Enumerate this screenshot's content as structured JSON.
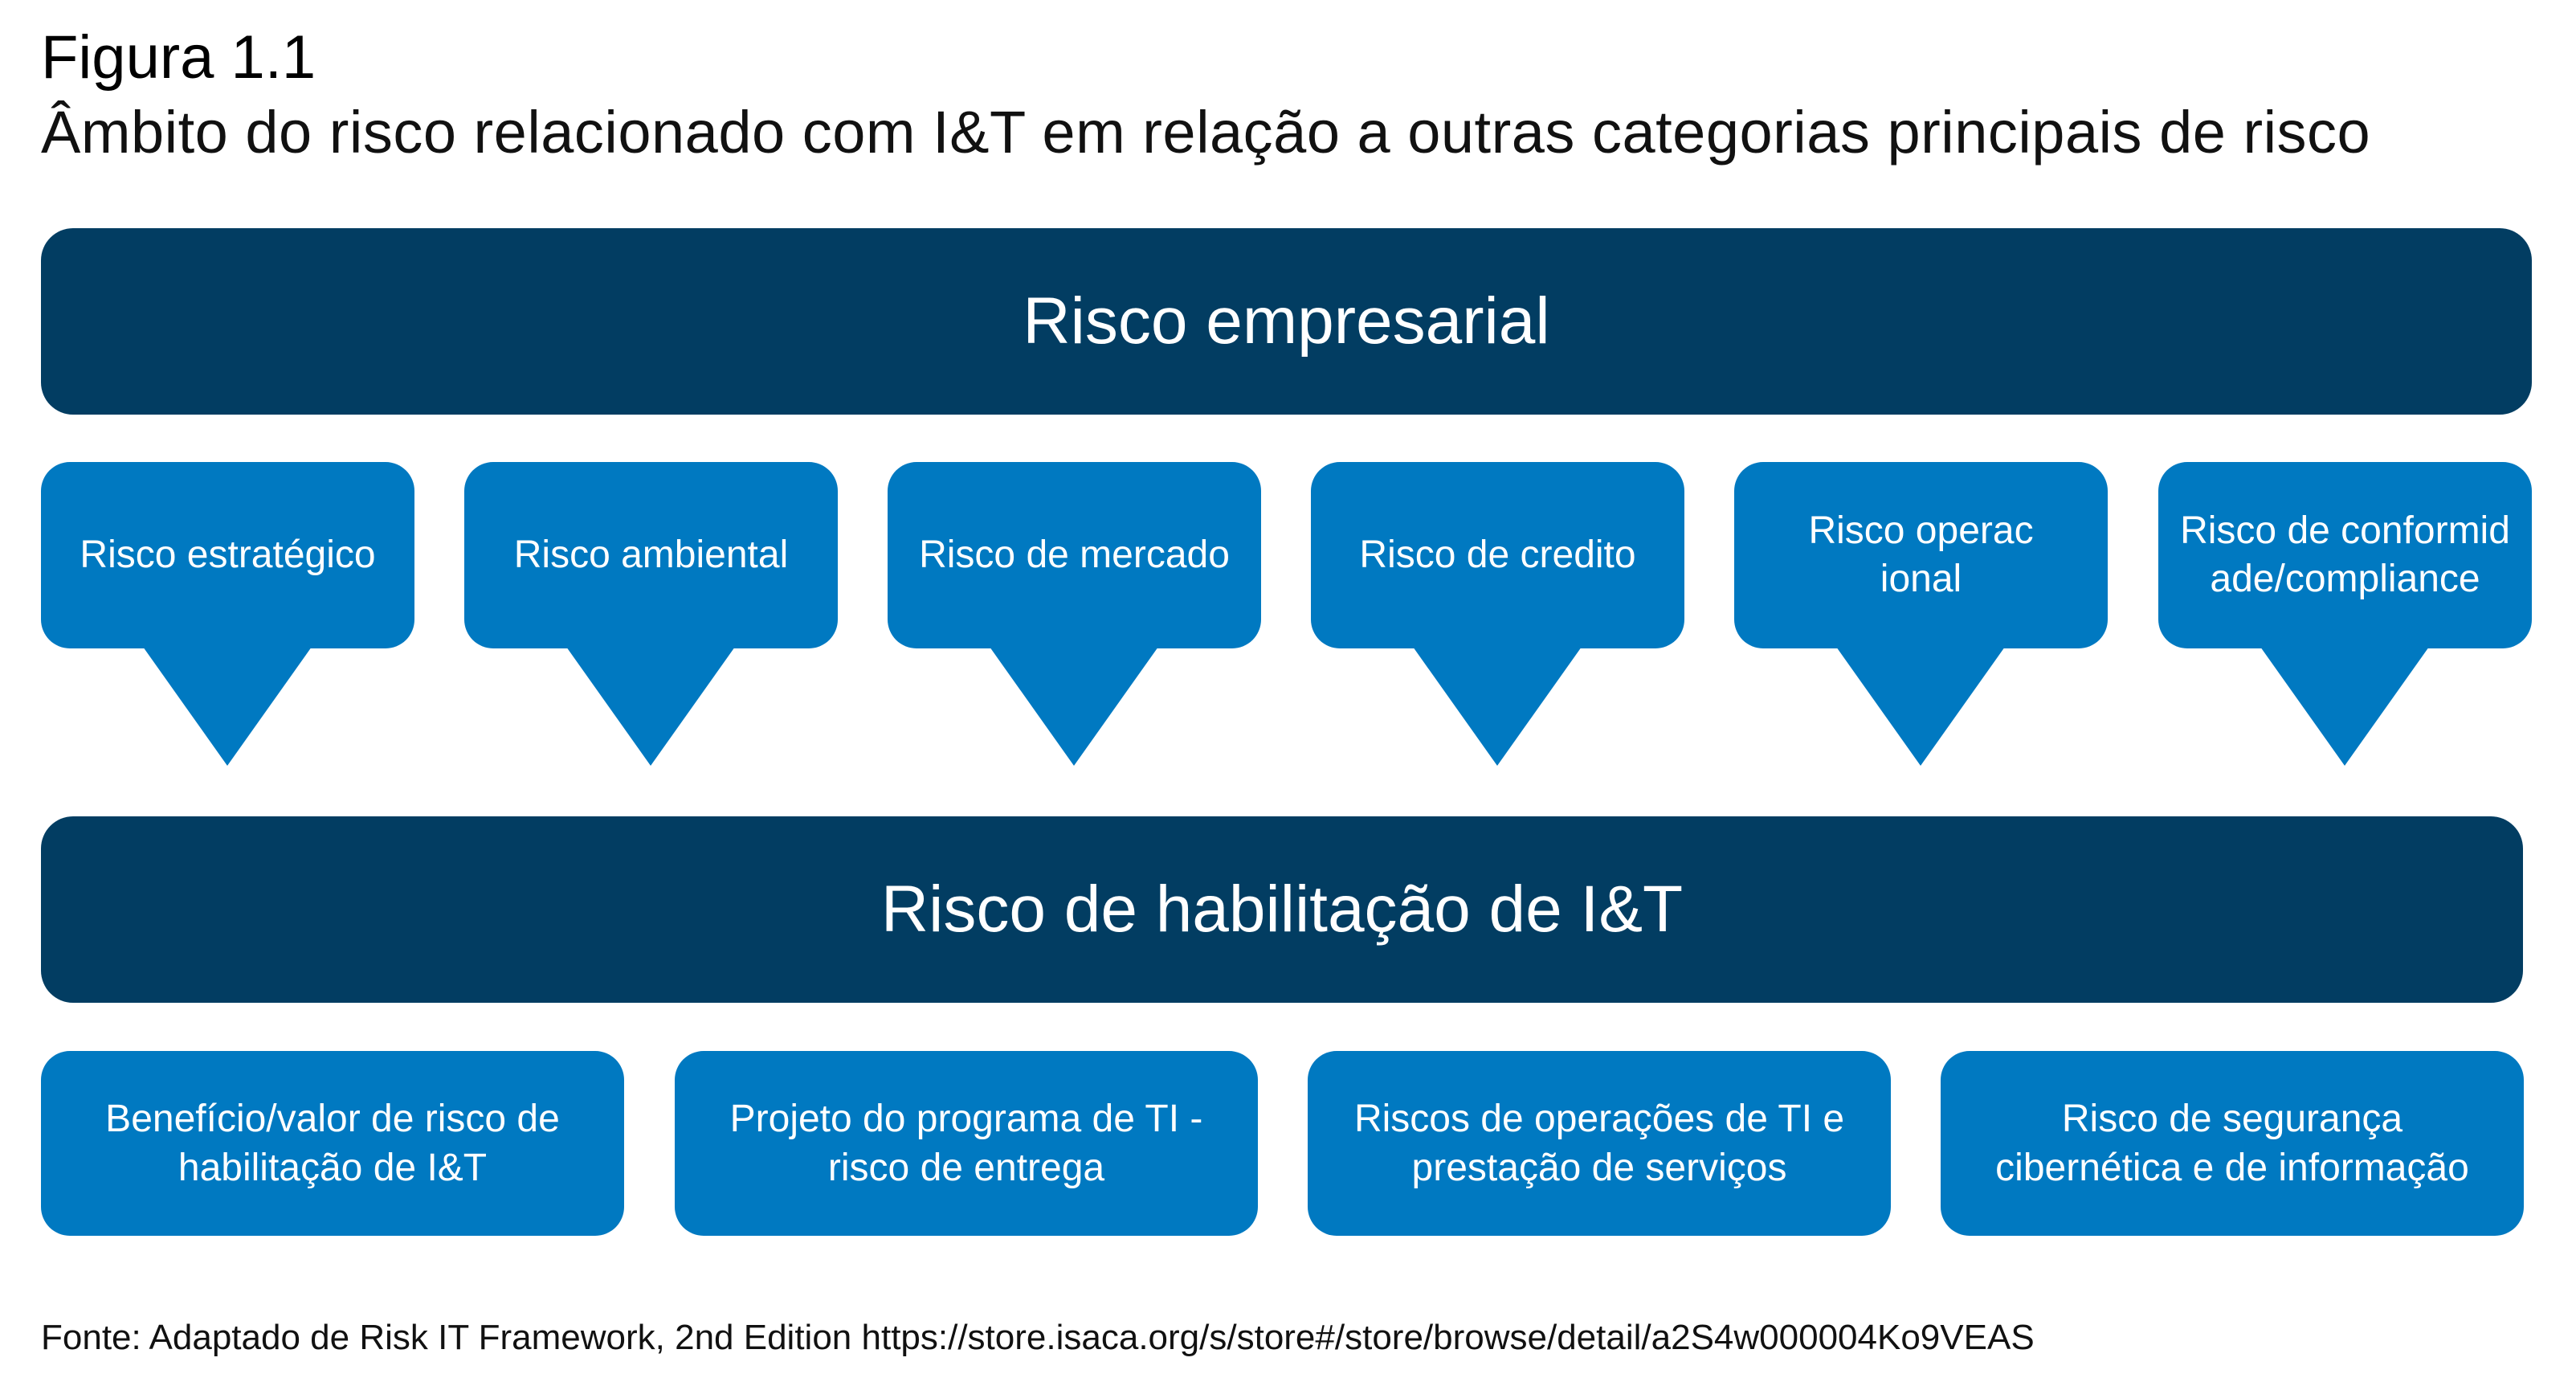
{
  "figure": {
    "label": "Figura 1.1",
    "title": "Âmbito do risco relacionado com I&T em relação a outras categorias principais de risco"
  },
  "enterprise_risk": "Risco empresarial",
  "categories": [
    "Risco estratégico",
    "Risco ambiental",
    "Risco de mercado",
    "Risco de credito",
    "Risco operacional",
    "Risco de conformidade/compliance"
  ],
  "it_risk": "Risco de habilitação de I&T",
  "it_subcategories": [
    "Benefício/valor de risco de habilitação de I&T",
    "Projeto do programa de TI - risco de entrega",
    "Riscos de operações de TI e prestação de serviços",
    "Risco de segurança cibernética e de informação"
  ],
  "footer": "Fonte: Adaptado de Risk IT Framework, 2nd Edition https://store.isaca.org/s/store#/store/browse/detail/a2S4w000004Ko9VEAS",
  "colors": {
    "dark": "#023D62",
    "blue": "#0079C1"
  }
}
